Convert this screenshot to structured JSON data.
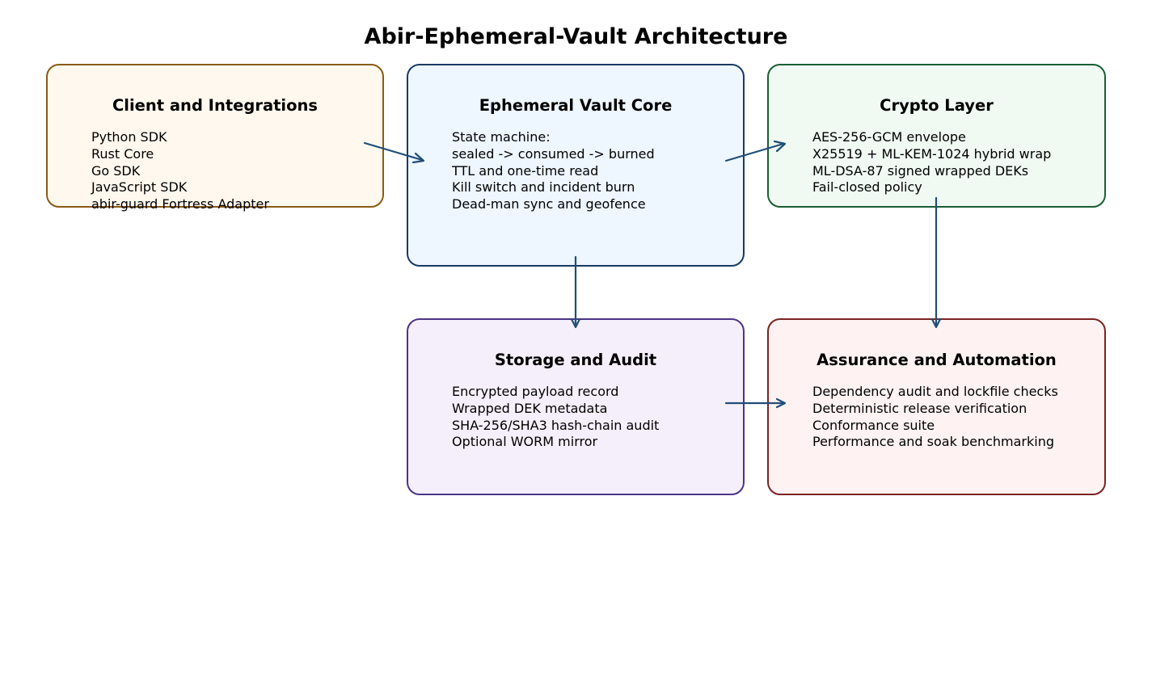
{
  "title": "Abir-Ephemeral-Vault Architecture",
  "colors": {
    "arrow": "#1f4e79"
  },
  "boxes": {
    "client": {
      "title": "Client and Integrations",
      "lines": [
        "Python SDK",
        "Rust Core",
        "Go SDK",
        "JavaScript SDK",
        "abir-guard Fortress Adapter"
      ],
      "border_color": "#8a5a14",
      "fill_color": "#fff8ee"
    },
    "core": {
      "title": "Ephemeral Vault Core",
      "lines": [
        "State machine:",
        "sealed -> consumed -> burned",
        "TTL and one-time read",
        "Kill switch and incident burn",
        "Dead-man sync and geofence"
      ],
      "border_color": "#173a63",
      "fill_color": "#eef6ff"
    },
    "crypto": {
      "title": "Crypto Layer",
      "lines": [
        "AES-256-GCM envelope",
        "X25519 + ML-KEM-1024 hybrid wrap",
        "ML-DSA-87 signed wrapped DEKs",
        "Fail-closed policy"
      ],
      "border_color": "#1b5e34",
      "fill_color": "#f0faf3"
    },
    "storage": {
      "title": "Storage and Audit",
      "lines": [
        "Encrypted payload record",
        "Wrapped DEK metadata",
        "SHA-256/SHA3 hash-chain audit",
        "Optional WORM mirror"
      ],
      "border_color": "#4b3486",
      "fill_color": "#f5effb"
    },
    "assurance": {
      "title": "Assurance and Automation",
      "lines": [
        "Dependency audit and lockfile checks",
        "Deterministic release verification",
        "Conformance suite",
        "Performance and soak benchmarking"
      ],
      "border_color": "#7a2222",
      "fill_color": "#fff2f2"
    }
  },
  "edges": [
    {
      "from": "client",
      "to": "core"
    },
    {
      "from": "core",
      "to": "crypto"
    },
    {
      "from": "core",
      "to": "storage"
    },
    {
      "from": "crypto",
      "to": "assurance"
    },
    {
      "from": "storage",
      "to": "assurance"
    }
  ]
}
